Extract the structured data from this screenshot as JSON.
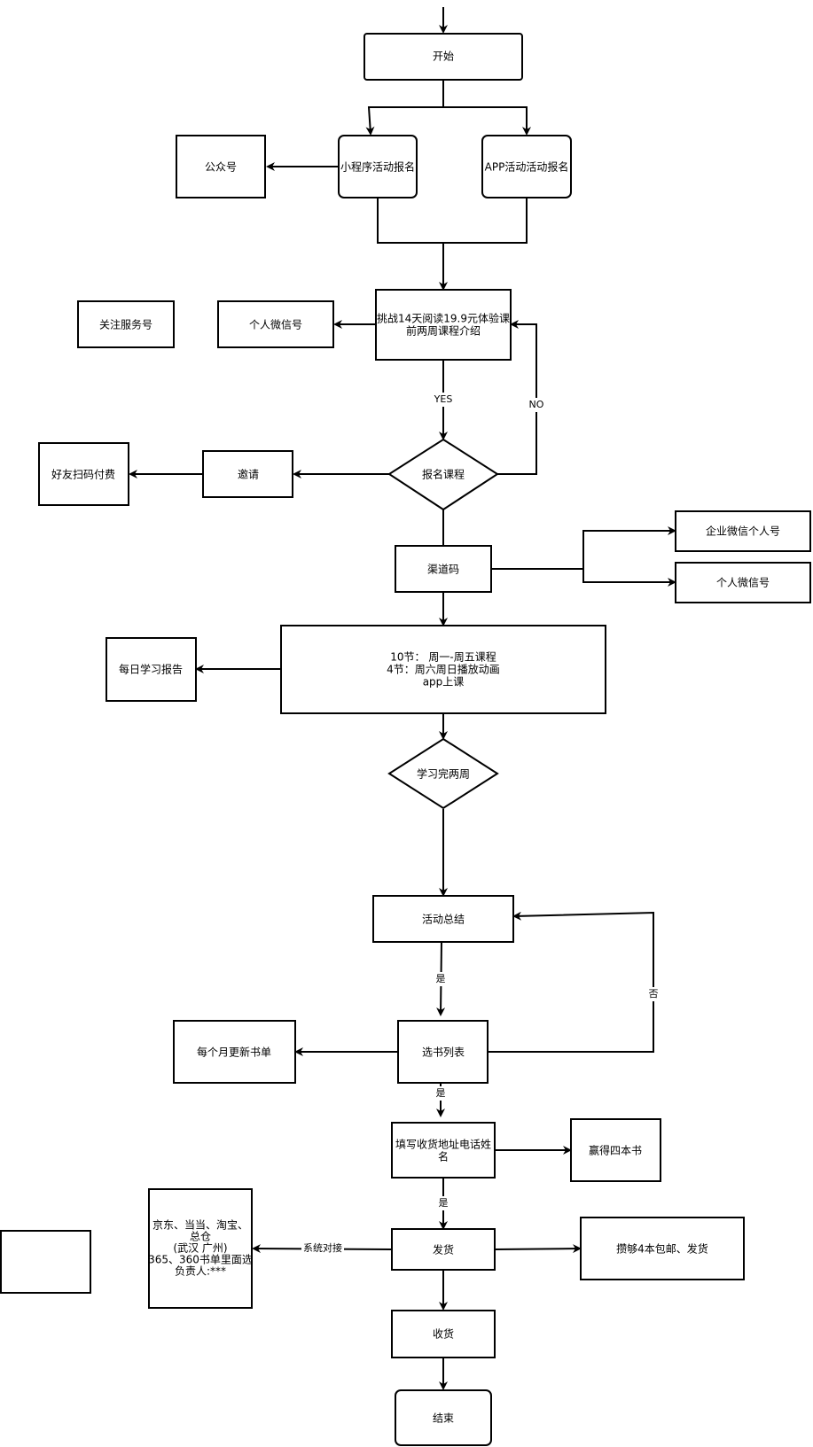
{
  "nodes": {
    "start": "开始",
    "mini_program": "小程序活动报名",
    "app_signup": "APP活动活动报名",
    "official_account": "公众号",
    "challenge": [
      "挑战14天阅读19.9元体验课",
      "前两周课程介绍"
    ],
    "follow_service": "关注服务号",
    "personal_wechat_1": "个人微信号",
    "enroll": "报名课程",
    "invite": "邀请",
    "friend_pay": "好友扫码付费",
    "channel_code": "渠道码",
    "enterprise_wechat": "企业微信个人号",
    "personal_wechat_2": "个人微信号",
    "course_schedule": [
      "10节：  周一-周五课程",
      "4节：周六周日播放动画",
      "app上课"
    ],
    "daily_report": "每日学习报告",
    "finish_two_weeks": "学习完两周",
    "summary": "活动总结",
    "book_list": "选书列表",
    "monthly_update": "每个月更新书单",
    "fill_address": [
      "填写收货地址电话姓",
      "名"
    ],
    "win_books": "赢得四本书",
    "ship": "发货",
    "warehouse": [
      "京东、当当、淘宝、",
      "总仓",
      "(武汉 广州)",
      "365、360书单里面选",
      "负责人:***"
    ],
    "free_shipping": "攒够4本包邮、发货",
    "receive": "收货",
    "end": "结束",
    "blank_box": ""
  },
  "edge_labels": {
    "yes": "YES",
    "no": "NO",
    "shi_1": "是",
    "fou": "否",
    "shi_2": "是",
    "shi_3": "是",
    "system_docking": "系统对接"
  }
}
